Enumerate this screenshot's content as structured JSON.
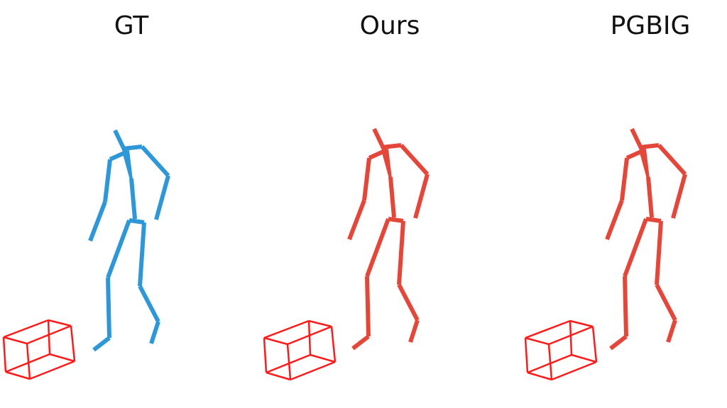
{
  "panels": [
    {
      "title": "GT",
      "skeleton_color": "#2e97d8"
    },
    {
      "title": "Ours",
      "skeleton_color": "#e4463a"
    },
    {
      "title": "PGBIG",
      "skeleton_color": "#e4463a"
    }
  ],
  "box_color": "#ff1a1a",
  "icons": [
    "skeleton",
    "wireframe-box"
  ]
}
